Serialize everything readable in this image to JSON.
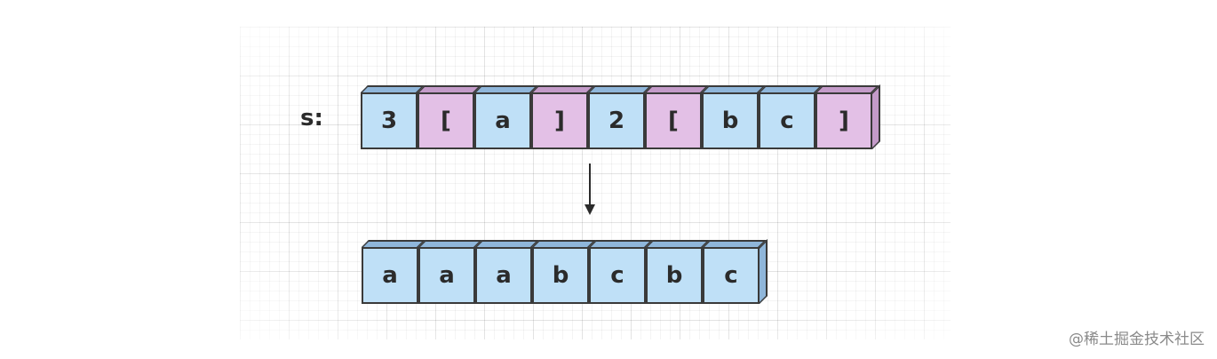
{
  "label": "s:",
  "input_cells": [
    {
      "char": "3",
      "color": "blue"
    },
    {
      "char": "[",
      "color": "pink"
    },
    {
      "char": "a",
      "color": "blue"
    },
    {
      "char": "]",
      "color": "pink"
    },
    {
      "char": "2",
      "color": "blue"
    },
    {
      "char": "[",
      "color": "pink"
    },
    {
      "char": "b",
      "color": "blue"
    },
    {
      "char": "c",
      "color": "blue"
    },
    {
      "char": "]",
      "color": "pink"
    }
  ],
  "output_cells": [
    {
      "char": "a",
      "color": "blue"
    },
    {
      "char": "a",
      "color": "blue"
    },
    {
      "char": "a",
      "color": "blue"
    },
    {
      "char": "b",
      "color": "blue"
    },
    {
      "char": "c",
      "color": "blue"
    },
    {
      "char": "b",
      "color": "blue"
    },
    {
      "char": "c",
      "color": "blue"
    }
  ],
  "colors": {
    "blue": "#bfe0f7",
    "pink": "#e3c0e6",
    "outline": "#3a3a3a"
  },
  "watermark": "@稀土掘金技术社区"
}
